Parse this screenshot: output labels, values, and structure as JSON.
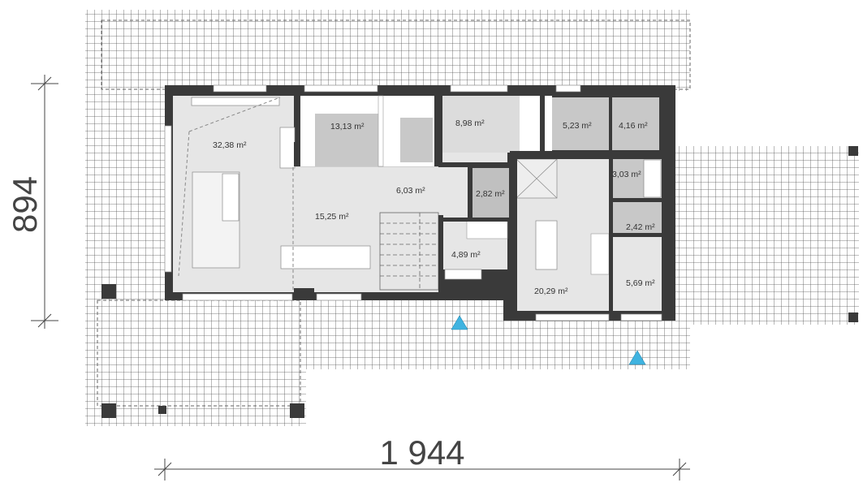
{
  "plan": {
    "dimensions": {
      "width_label": "1 944",
      "depth_label": "894"
    },
    "rooms": [
      {
        "id": "living",
        "area": "32,38 m²"
      },
      {
        "id": "kitchen",
        "area": "13,13 m²"
      },
      {
        "id": "bedroom-1",
        "area": "8,98 m²"
      },
      {
        "id": "bathroom-1",
        "area": "5,23 m²"
      },
      {
        "id": "utility",
        "area": "4,16 m²"
      },
      {
        "id": "hall",
        "area": "6,03 m²"
      },
      {
        "id": "wc-1",
        "area": "2,82 m²"
      },
      {
        "id": "bathroom-2",
        "area": "3,03 m²"
      },
      {
        "id": "wc-2",
        "area": "2,42 m²"
      },
      {
        "id": "dining",
        "area": "15,25 m²"
      },
      {
        "id": "entrance",
        "area": "4,89 m²"
      },
      {
        "id": "bedroom-2",
        "area": "20,29 m²"
      },
      {
        "id": "wardrobe",
        "area": "5,69 m²"
      }
    ],
    "colors": {
      "wall": "#3a3a3a",
      "entrance_marker": "#3fb3e0",
      "floor_light": "#e6e6e6",
      "floor_dark": "#c8c8c8"
    }
  }
}
